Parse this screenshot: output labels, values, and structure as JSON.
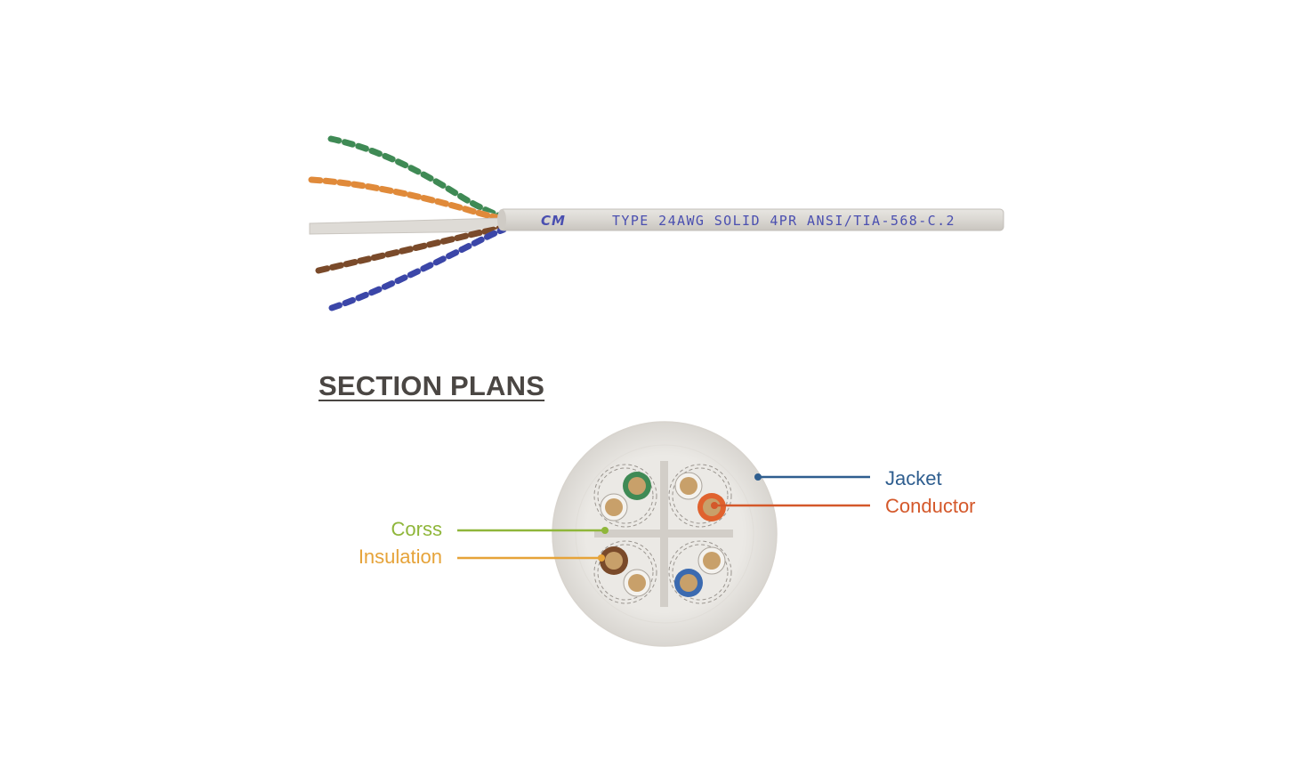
{
  "cable": {
    "print_logo": "CM",
    "print_text": "TYPE 24AWG SOLID 4PR ANSI/TIA-568-C.2",
    "jacket_color": "#dcdad6",
    "print_color": "#4a4fb0",
    "pair_colors": [
      "#3f8a55",
      "#e08a3a",
      "#7a4a2a",
      "#3b46a8"
    ]
  },
  "section": {
    "title": "SECTION PLANS"
  },
  "callouts": {
    "jacket": {
      "label": "Jacket",
      "color": "#2f5e8f"
    },
    "conductor": {
      "label": "Conductor",
      "color": "#d4582a"
    },
    "corss": {
      "label": "Corss",
      "color": "#8fb63a"
    },
    "insulation": {
      "label": "Insulation",
      "color": "#e6a339"
    }
  },
  "cross_section": {
    "jacket_color": "#e4e1dc",
    "separator_color": "#d2cec8",
    "conductor_color": "#c8a06a",
    "pair_stripe_colors": [
      "#3f8a55",
      "#e0622e",
      "#7a4a2a",
      "#3b6ab0"
    ]
  }
}
